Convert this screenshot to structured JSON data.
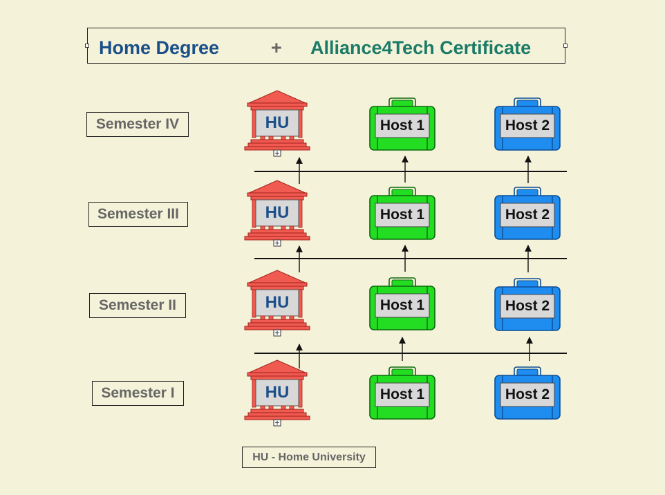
{
  "header": {
    "home_degree": "Home Degree",
    "plus": "+",
    "certificate": "Alliance4Tech Certificate"
  },
  "semesters": [
    {
      "label": "Semester IV"
    },
    {
      "label": "Semester III"
    },
    {
      "label": "Semester II"
    },
    {
      "label": "Semester I"
    }
  ],
  "nodes": {
    "hu_label": "HU",
    "host1_label": "Host 1",
    "host2_label": "Host 2"
  },
  "legend": {
    "text": "HU - Home University"
  },
  "colors": {
    "home_degree": "#1a4f8a",
    "certificate": "#1b7b67",
    "university": "#f05a50",
    "host1": "#22dd22",
    "host2": "#1f8cf0",
    "background": "#f4f2d8"
  }
}
